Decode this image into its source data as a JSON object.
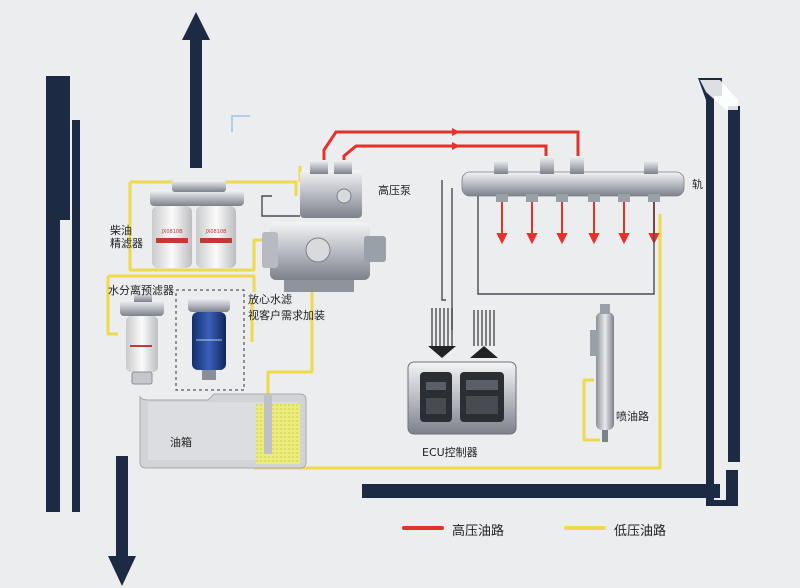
{
  "labels": {
    "diesel_filter": [
      "柴油",
      "精滤器"
    ],
    "pre_filter": "水分离预滤器",
    "note_line1": "放心水滤",
    "note_line2": "视客户需求加装",
    "tank": "油箱",
    "pump": "高压泵",
    "rail": "轨",
    "ecu": "ECU控制器",
    "injector": "喷油路",
    "filter_print": "JX0810B"
  },
  "legend": {
    "high_pressure": {
      "label": "高压油路",
      "color": "#e4322b"
    },
    "low_pressure": {
      "label": "低压油路",
      "color": "#f1d94e"
    }
  },
  "colors": {
    "frame": "#1d2a44",
    "low_pressure_line": "#f1d94e",
    "high_pressure_line": "#e4322b"
  }
}
